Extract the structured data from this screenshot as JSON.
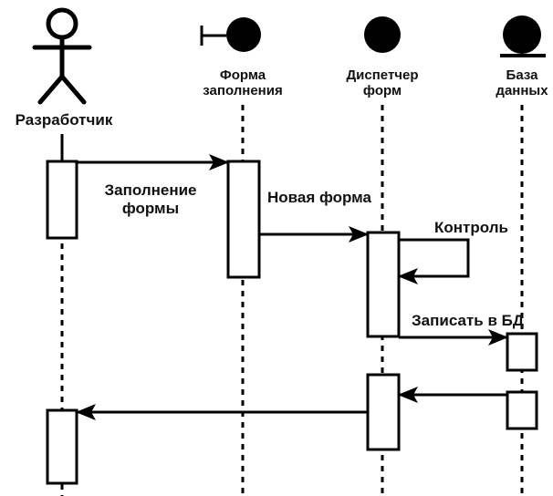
{
  "participants": {
    "developer": {
      "label": "Разработчик",
      "kind": "actor"
    },
    "form": {
      "label_line1": "Форма",
      "label_line2": "заполнения",
      "kind": "boundary"
    },
    "dispatcher": {
      "label_line1": "Диспетчер",
      "label_line2": "форм",
      "kind": "control"
    },
    "database": {
      "label_line1": "База",
      "label_line2": "данных",
      "kind": "entity"
    }
  },
  "messages": {
    "fill_form": {
      "line1": "Заполнение",
      "line2": "формы"
    },
    "new_form": {
      "label": "Новая форма"
    },
    "control": {
      "label": "Контроль"
    },
    "write_db": {
      "label": "Записать в БД"
    }
  },
  "colors": {
    "ink": "#000000",
    "background": "#ffffff"
  }
}
